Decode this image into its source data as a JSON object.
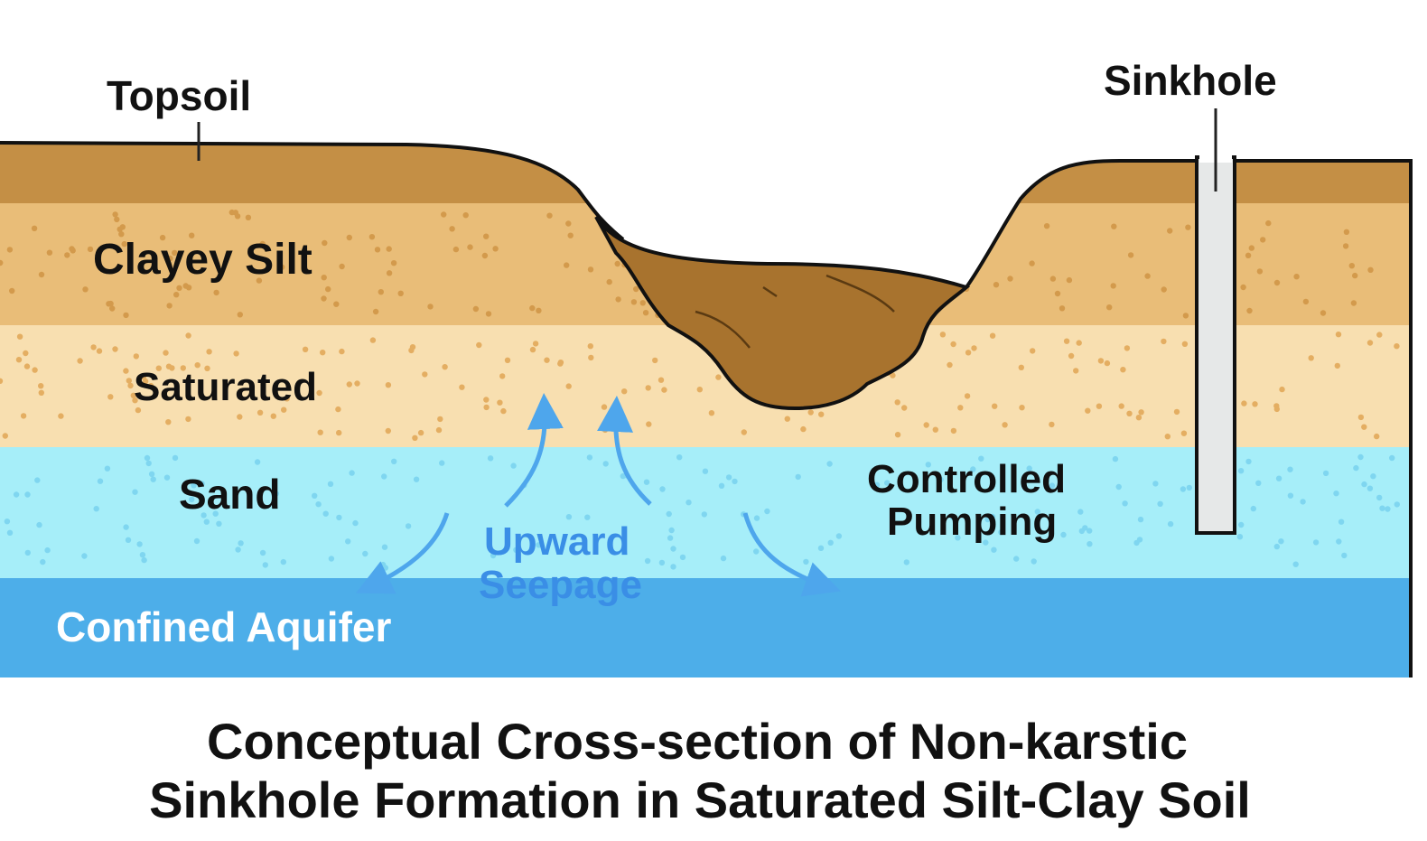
{
  "labels": {
    "topsoil": "Topsoil",
    "sinkhole": "Sinkhole",
    "clayey_silt": "Clayey Silt",
    "saturated": "Saturated",
    "sand": "Sand",
    "upward": "Upward",
    "seepage": "Seepage",
    "controlled": "Controlled",
    "pumping": "Pumping",
    "confined_aquifer": "Confined Aquifer"
  },
  "caption": {
    "line1": "Conceptual Cross-section of Non-karstic",
    "line2": "Sinkhole Formation in Saturated Silt-Clay Soil"
  },
  "colors": {
    "topsoil": "#c48f45",
    "clayey_silt": "#e9bd78",
    "saturated": "#f8dfb0",
    "sand": "#a6eef9",
    "aquifer": "#4daee9",
    "debris": "#a8732e",
    "arrow": "#4ea6ec",
    "seepage_text": "#3a8ee6"
  }
}
